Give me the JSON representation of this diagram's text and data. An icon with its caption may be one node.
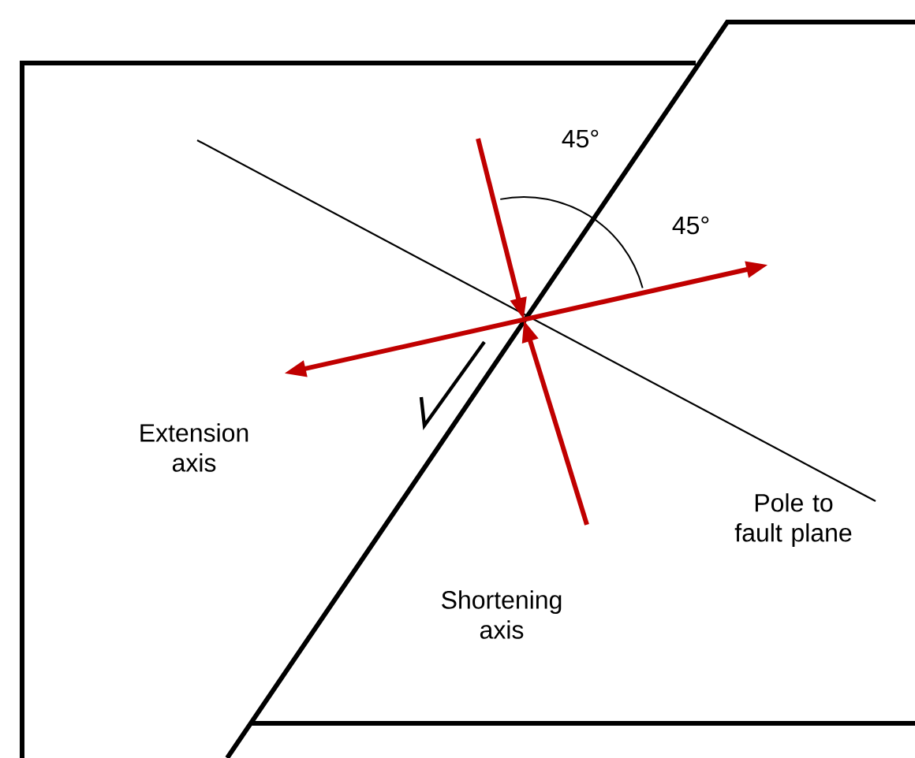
{
  "diagram": {
    "labels": [
      "45°",
      "45°",
      "Extension axis",
      "Pole to fault plane",
      "Shortening axis"
    ]
  }
}
